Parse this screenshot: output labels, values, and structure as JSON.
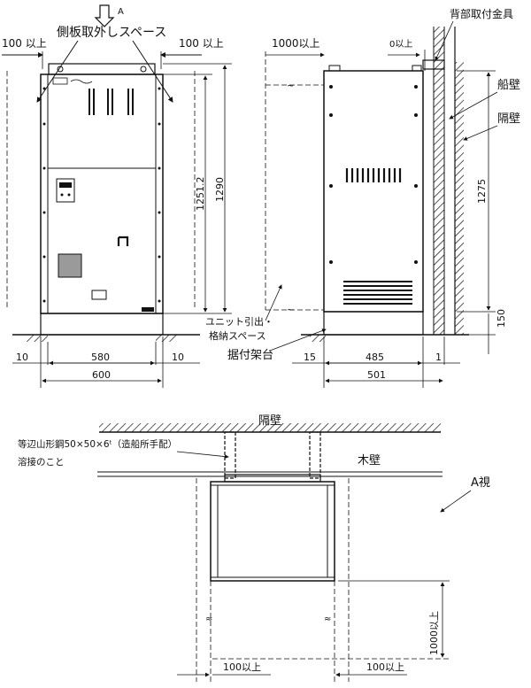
{
  "front_view": {
    "view_arrow_label": "A",
    "side_panel_space": "側板取外しスペース",
    "clearance_left": "100 以上",
    "clearance_right": "100 以上",
    "height_inner": "1251.2",
    "height_total": "1290",
    "dim_side_left": "10",
    "dim_body_width": "580",
    "dim_side_right": "10",
    "dim_total_width": "600"
  },
  "side_view": {
    "front_clearance": "1000以上",
    "rear_clearance": "0以上",
    "rear_bracket": "背部取付金具",
    "hull": "船壁",
    "bulkhead": "隔壁",
    "height_side": "1275",
    "base_height": "150",
    "unit_space_line1": "ユニット引出・",
    "unit_space_line2": "格納スペース",
    "mounting_base": "据付架台",
    "dim_left": "15",
    "dim_depth": "485",
    "dim_right": "1",
    "dim_total_depth": "501"
  },
  "plan_view": {
    "bulkhead": "隔壁",
    "angle_steel": "等辺山形鋼50×50×6ᵗ（造船所手配）",
    "weld_note": "溶接のこと",
    "wood_wall": "木壁",
    "view_label": "A視",
    "front_clearance": "1000以上",
    "clearance_left": "100以上",
    "clearance_right": "100以上"
  }
}
